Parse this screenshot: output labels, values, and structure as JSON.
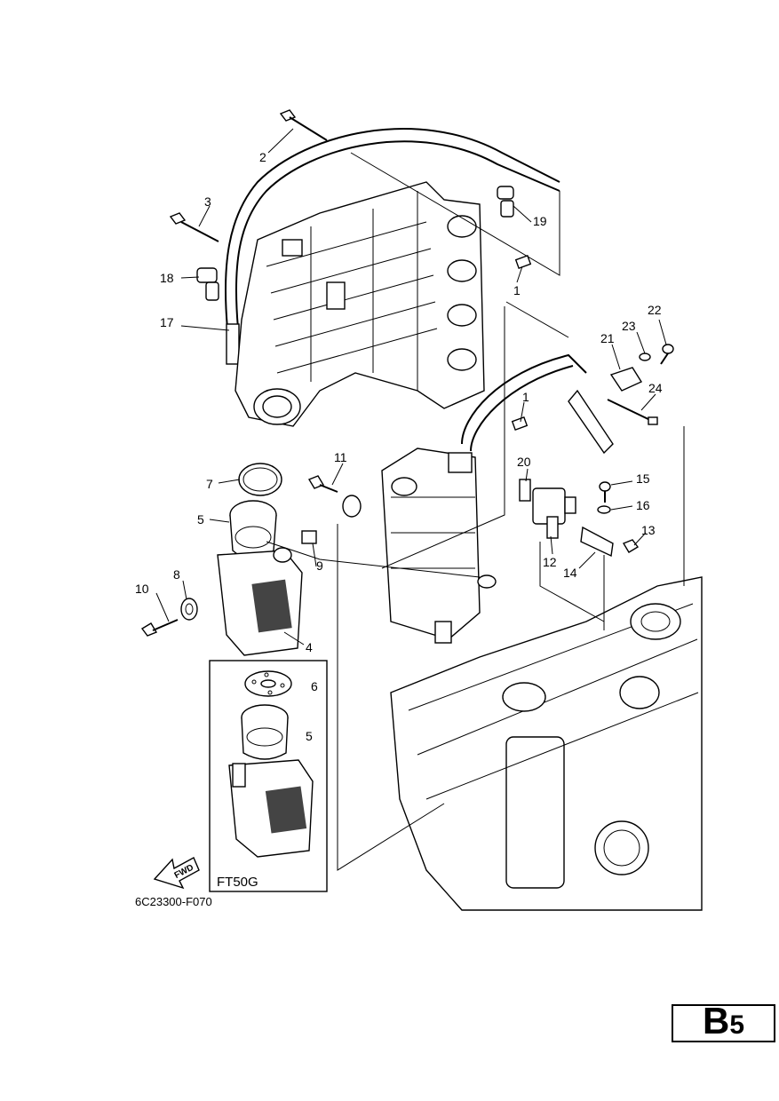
{
  "callouts": [
    {
      "id": "c1a",
      "text": "1"
    },
    {
      "id": "c1b",
      "text": "1"
    },
    {
      "id": "c2",
      "text": "2"
    },
    {
      "id": "c3",
      "text": "3"
    },
    {
      "id": "c4",
      "text": "4"
    },
    {
      "id": "c5a",
      "text": "5"
    },
    {
      "id": "c5b",
      "text": "5"
    },
    {
      "id": "c6",
      "text": "6"
    },
    {
      "id": "c7",
      "text": "7"
    },
    {
      "id": "c8",
      "text": "8"
    },
    {
      "id": "c9",
      "text": "9"
    },
    {
      "id": "c10",
      "text": "10"
    },
    {
      "id": "c11",
      "text": "11"
    },
    {
      "id": "c12",
      "text": "12"
    },
    {
      "id": "c13",
      "text": "13"
    },
    {
      "id": "c14",
      "text": "14"
    },
    {
      "id": "c15",
      "text": "15"
    },
    {
      "id": "c16",
      "text": "16"
    },
    {
      "id": "c17",
      "text": "17"
    },
    {
      "id": "c18",
      "text": "18"
    },
    {
      "id": "c19",
      "text": "19"
    },
    {
      "id": "c20",
      "text": "20"
    },
    {
      "id": "c21",
      "text": "21"
    },
    {
      "id": "c22",
      "text": "22"
    },
    {
      "id": "c23",
      "text": "23"
    },
    {
      "id": "c24",
      "text": "24"
    }
  ],
  "inset": {
    "label": "FT50G"
  },
  "fwd_arrow": {
    "label": "FWD"
  },
  "drawing_code": "6C23300-F070",
  "section_tab": {
    "letter": "B",
    "number": "5"
  }
}
